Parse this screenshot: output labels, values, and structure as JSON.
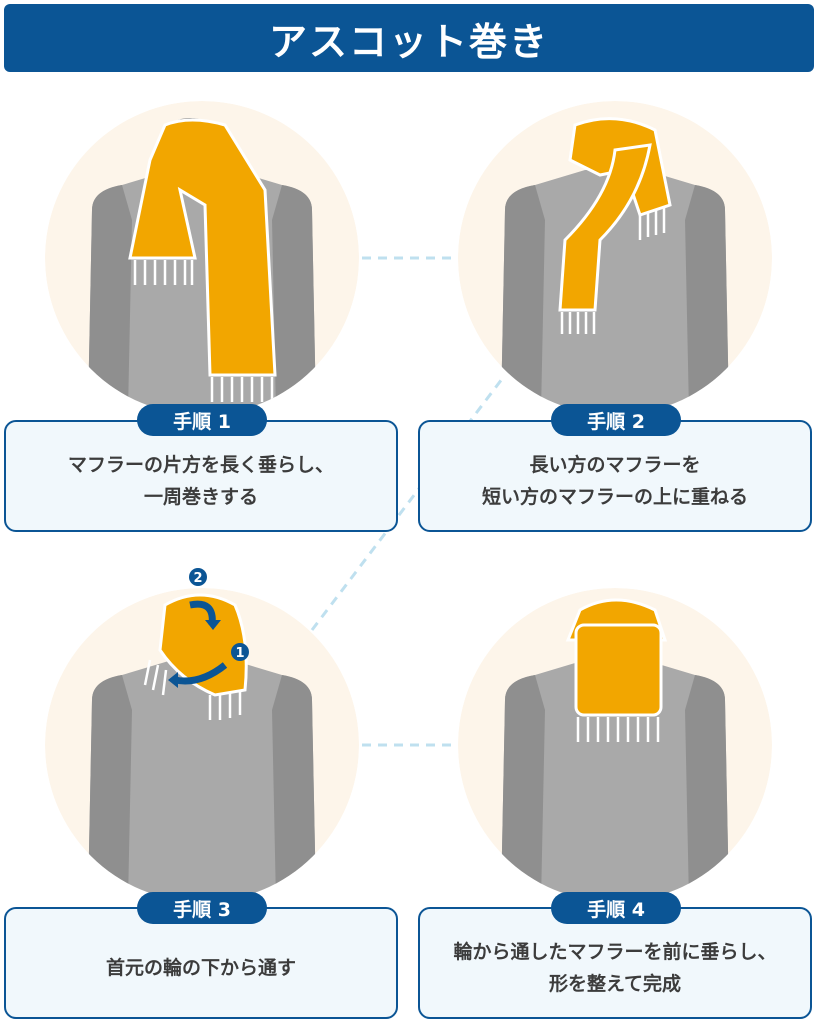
{
  "title": "アスコット巻き",
  "colors": {
    "brand_blue": "#0b5595",
    "scarf": "#f2a600",
    "sweater": "#a9a9a9",
    "circle_bg": "#fdf5ea",
    "card_bg": "#f1f8fc"
  },
  "steps": [
    {
      "label": "手順 1",
      "lines": [
        "マフラーの片方を長く垂らし、",
        "一周巻きする"
      ]
    },
    {
      "label": "手順 2",
      "lines": [
        "長い方のマフラーを",
        "短い方のマフラーの上に重ねる"
      ]
    },
    {
      "label": "手順 3",
      "lines": [
        "首元の輪の下から通す"
      ]
    },
    {
      "label": "手順 4",
      "lines": [
        "輪から通したマフラーを前に垂らし、",
        "形を整えて完成"
      ]
    }
  ],
  "step3_markers": [
    "1",
    "2"
  ]
}
